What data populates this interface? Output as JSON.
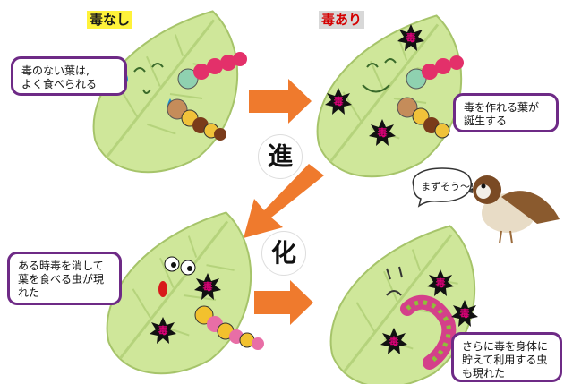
{
  "headings": {
    "no_poison": "毒なし",
    "with_poison": "毒あり"
  },
  "bubbles": {
    "top_left": [
      "毒のない葉は,",
      "よく食べられる"
    ],
    "top_right": [
      "毒を作れる葉が",
      "誕生する"
    ],
    "bottom_left": [
      "ある時毒を消して",
      "葉を食べる虫が現",
      "れた"
    ],
    "bottom_right": [
      "さらに毒を身体に",
      "貯えて利用する虫",
      "も現れた"
    ]
  },
  "bird_speech": "まずそう～!",
  "evolution_chars": [
    "進",
    "化"
  ],
  "poison_mark": "毒",
  "colors": {
    "leaf": "#cfe79a",
    "leaf_edge": "#a6c46a",
    "arrow": "#ef7a2d",
    "bubble_border": "#6e2a86",
    "poison_star": "#111111",
    "poison_text": "#e0007a"
  }
}
